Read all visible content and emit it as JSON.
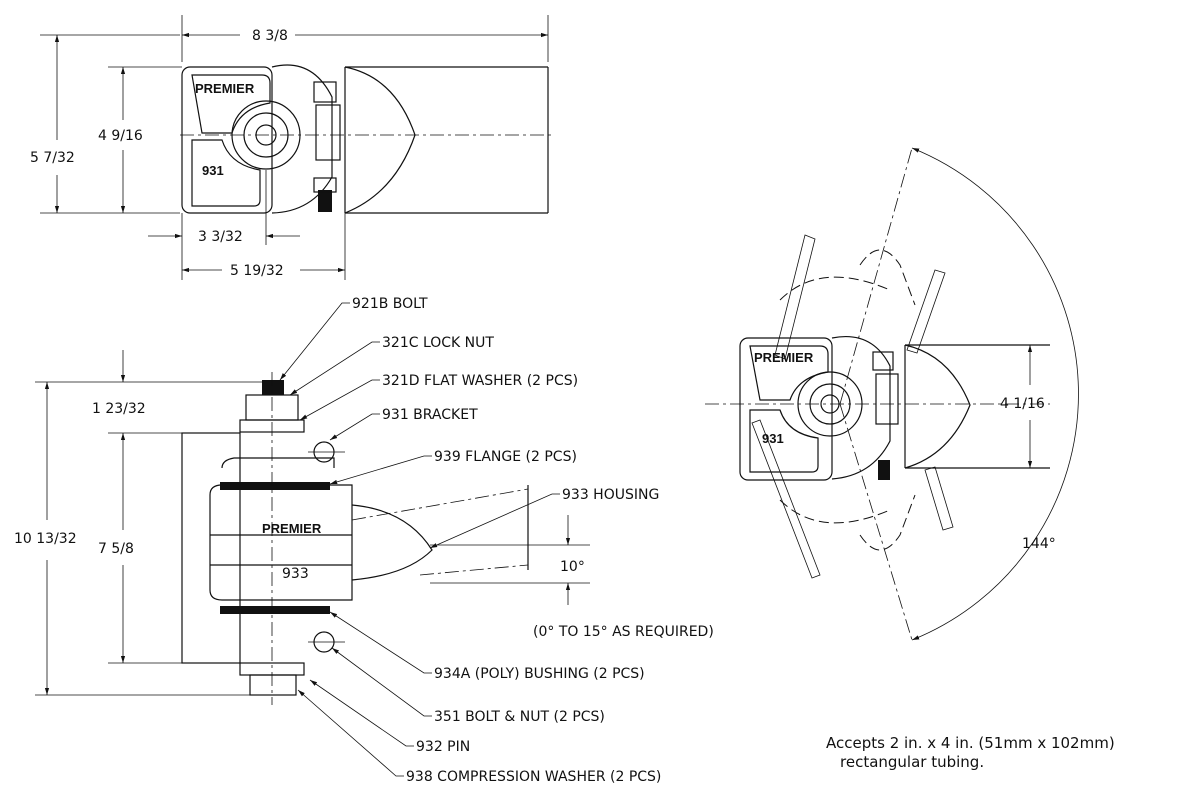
{
  "top_view": {
    "dim_overall_length": "8 3/8",
    "dim_height_outer": "5 7/32",
    "dim_height_inner": "4 9/16",
    "dim_pivot_offset": "3 3/32",
    "dim_bracket_to_tube": "5 19/32",
    "logo_text": "PREMIER",
    "bracket_number": "931"
  },
  "side_view": {
    "dim_total_height": "10 13/32",
    "dim_bracket_height": "7 5/8",
    "dim_bolt_protrusion": "1 23/32",
    "housing_logo": "PREMIER",
    "housing_number": "933",
    "angle_label": "10°",
    "angle_note": "(0° TO 15° AS REQUIRED)",
    "callouts": [
      "921B BOLT",
      "321C LOCK NUT",
      "321D FLAT WASHER (2 PCS)",
      "931 BRACKET",
      "939 FLANGE (2 PCS)",
      "933 HOUSING",
      "934A (POLY) BUSHING (2 PCS)",
      "351 BOLT & NUT (2 PCS)",
      "932 PIN",
      "938 COMPRESSION WASHER (2 PCS)"
    ]
  },
  "swing_view": {
    "logo_text": "PREMIER",
    "bracket_number": "931",
    "dim_tube_height": "4 1/16",
    "swing_angle": "144°"
  },
  "note": {
    "line1": "Accepts 2 in. x 4 in. (51mm x 102mm)",
    "line2": "rectangular tubing."
  }
}
